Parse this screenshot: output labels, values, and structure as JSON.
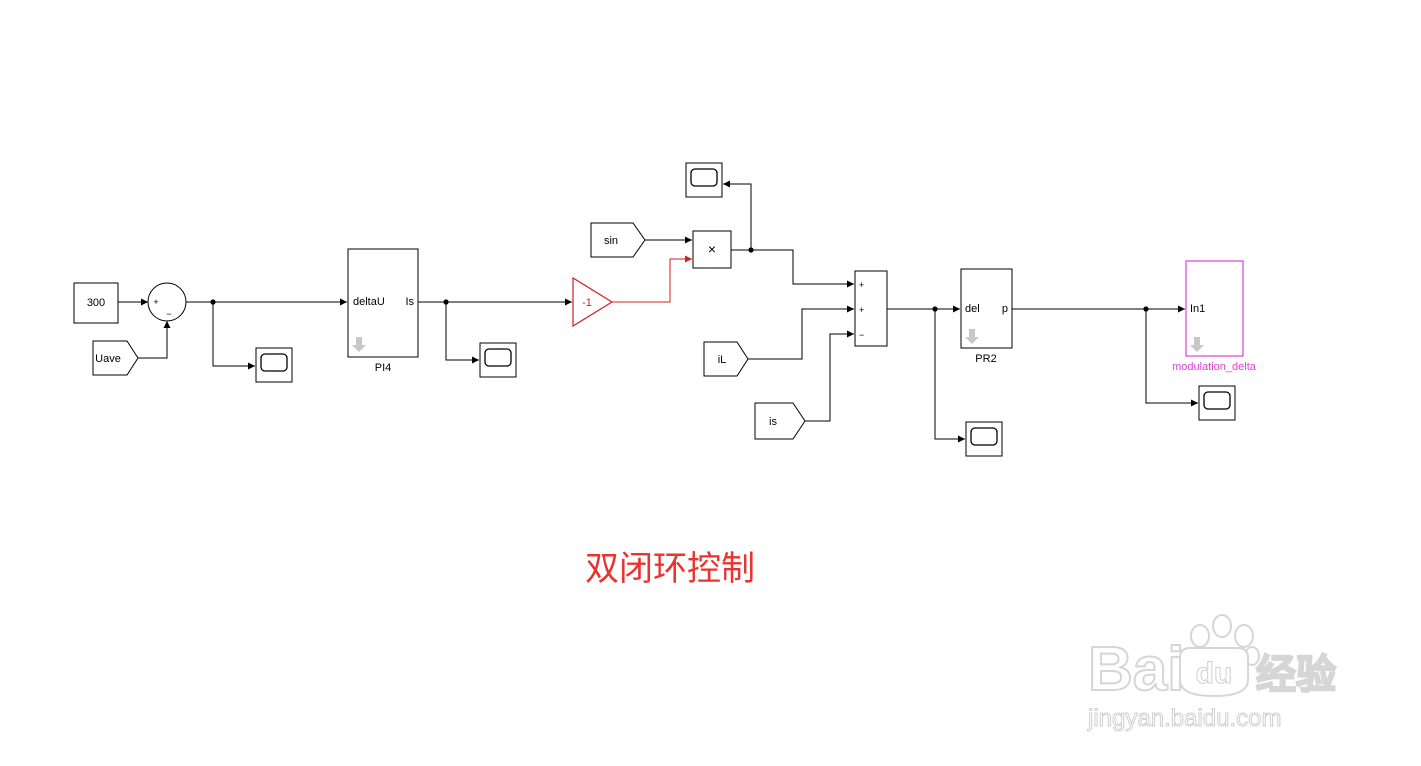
{
  "blocks": {
    "const300": "300",
    "sum1_plus": "+",
    "sum1_minus": "−",
    "uave": "Uave",
    "pi4_in": "deltaU",
    "pi4_out": "Is",
    "pi4_name": "PI4",
    "gain": "-1",
    "sin": "sin",
    "product": "×",
    "il": "iL",
    "is": "is",
    "sum2_signs": [
      "+",
      "+",
      "−"
    ],
    "pr2_in": "del",
    "pr2_out": "p",
    "pr2_name": "PR2",
    "mod_in": "In1",
    "mod_name": "modulation_delta"
  },
  "title": "双闭环控制",
  "watermark": {
    "brand_latin": "Bai",
    "brand_du": "du",
    "brand_cn": "经验",
    "url": "jingyan.baidu.com"
  },
  "colors": {
    "line": "#000000",
    "highlight": "#d11f1f",
    "subsystem_accent": "#e040d8",
    "title": "#e8332e",
    "block_fill": "#ffffff"
  }
}
